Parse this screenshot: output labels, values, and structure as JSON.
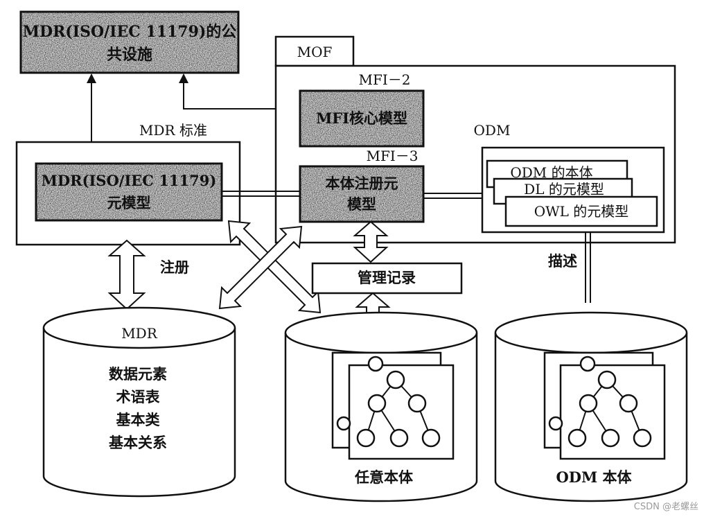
{
  "mdr_infrastructure": {
    "line1": "MDR(ISO/IEC 11179)的公",
    "line2": "共设施"
  },
  "mof": {
    "label": "MOF"
  },
  "mfi2": {
    "tag": "MFI－2",
    "box": "MFI核心模型"
  },
  "mfi3": {
    "tag": "MFI－3",
    "line1": "本体注册元",
    "line2": "模型"
  },
  "mdr_standard": {
    "title": "MDR 标准",
    "line1": "MDR(ISO/IEC 11179)",
    "line2": "元模型"
  },
  "odm": {
    "title": "ODM",
    "items": [
      "ODM 的本体",
      "DL 的元模型",
      "OWL 的元模型"
    ]
  },
  "register_label": "注册",
  "describe_label": "描述",
  "management_record": "管理记录",
  "mdr_store": {
    "title": "MDR",
    "items": [
      "数据元素",
      "术语表",
      "基本类",
      "基本关系"
    ]
  },
  "any_ontology": {
    "label": "任意本体"
  },
  "odm_ontology": {
    "label": "ODM 本体"
  },
  "watermark": "CSDN @老螺丝"
}
